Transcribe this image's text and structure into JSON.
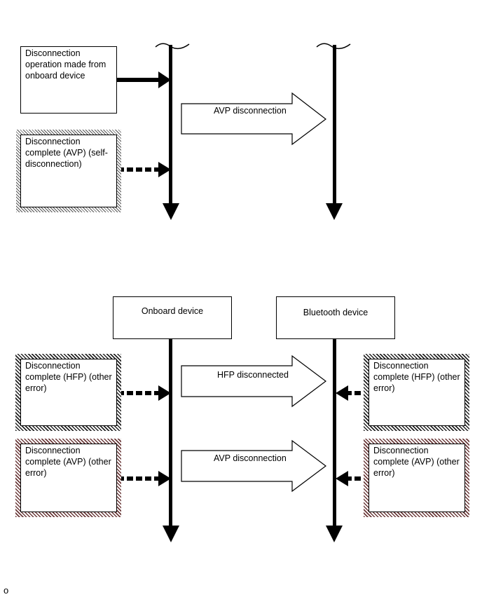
{
  "top": {
    "boxes": {
      "operation": "Disconnection operation made from onboard device",
      "self_disconnect": "Disconnection complete (AVP) (self-disconnection)"
    },
    "message": "AVP disconnection"
  },
  "bottom": {
    "devices": {
      "onboard": "Onboard device",
      "bluetooth": "Bluetooth device"
    },
    "left_boxes": {
      "hfp_error": "Disconnection complete (HFP) (other error)",
      "avp_error": "Disconnection complete (AVP) (other error)"
    },
    "right_boxes": {
      "hfp_error": "Disconnection complete (HFP) (other error)",
      "avp_error": "Disconnection complete (AVP) (other error)"
    },
    "messages": {
      "hfp": "HFP disconnected",
      "avp": "AVP disconnection"
    }
  },
  "footer": {
    "code": "o"
  }
}
